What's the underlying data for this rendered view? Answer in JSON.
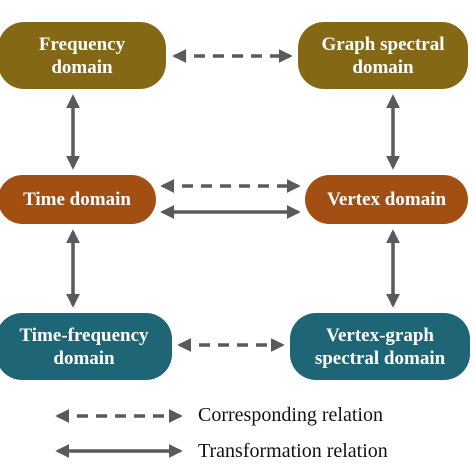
{
  "nodes": {
    "frequency_domain": [
      "Frequency",
      "domain"
    ],
    "graph_spectral_domain": [
      "Graph spectral",
      "domain"
    ],
    "time_domain": "Time domain",
    "vertex_domain": "Vertex domain",
    "time_frequency_domain": [
      "Time-frequency",
      "domain"
    ],
    "vertex_graph_spectral_domain": [
      "Vertex-graph",
      "spectral domain"
    ]
  },
  "legend": {
    "corresponding": "Corresponding relation",
    "transformation": "Transformation relation"
  },
  "colors": {
    "olive": "#846815",
    "rust": "#A34E12",
    "teal": "#1E6575",
    "arrow": "#5a5a5a"
  }
}
